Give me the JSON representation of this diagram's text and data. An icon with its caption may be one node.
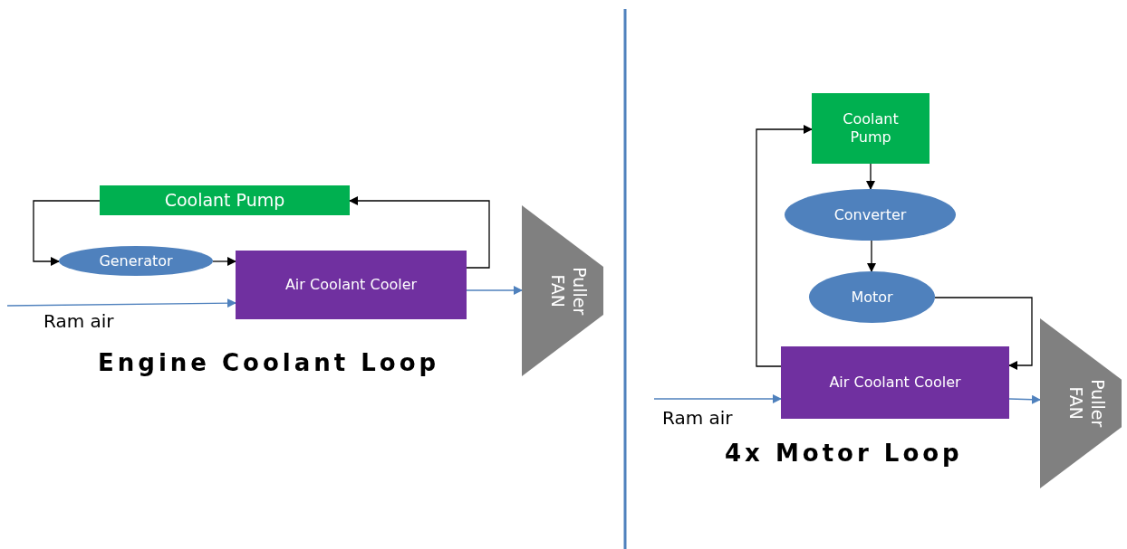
{
  "diagram": {
    "nodes": [
      {
        "text": [
          "Coolant Pump"
        ]
      },
      {
        "text": [
          "Generator"
        ]
      },
      {
        "text": [
          "Air Coolant Cooler"
        ]
      },
      {
        "text": [
          "Puller FAN"
        ]
      },
      {
        "text": [
          "Coolant Pump"
        ]
      },
      {
        "text": [
          "Converter"
        ]
      },
      {
        "text": [
          "Motor"
        ]
      },
      {
        "text": [
          "Air Coolant Cooler"
        ]
      },
      {
        "text": [
          "Puller FAN"
        ]
      }
    ],
    "edges": [
      {
        "from": 0,
        "to": 1,
        "arrow": "to"
      },
      {
        "from": 1,
        "to": 2,
        "arrow": "to"
      },
      {
        "from": 2,
        "to": 0,
        "arrow": "to"
      },
      {
        "from": null,
        "to": 2,
        "arrow": "to",
        "color": "#4f81bd"
      },
      {
        "from": 2,
        "to": 3,
        "arrow": "to",
        "color": "#4f81bd"
      },
      {
        "from": 7,
        "to": 4,
        "arrow": "to"
      },
      {
        "from": 4,
        "to": 5,
        "arrow": "to"
      },
      {
        "from": 5,
        "to": 6,
        "arrow": "to"
      },
      {
        "from": 6,
        "to": 7,
        "arrow": "to"
      },
      {
        "from": null,
        "to": 7,
        "arrow": "to",
        "color": "#4f81bd"
      },
      {
        "from": 7,
        "to": 8,
        "arrow": "to",
        "color": "#4f81bd"
      }
    ],
    "labels": [
      "Ram air",
      "Engine Coolant Loop",
      "Ram air",
      "4x Motor Loop"
    ]
  }
}
